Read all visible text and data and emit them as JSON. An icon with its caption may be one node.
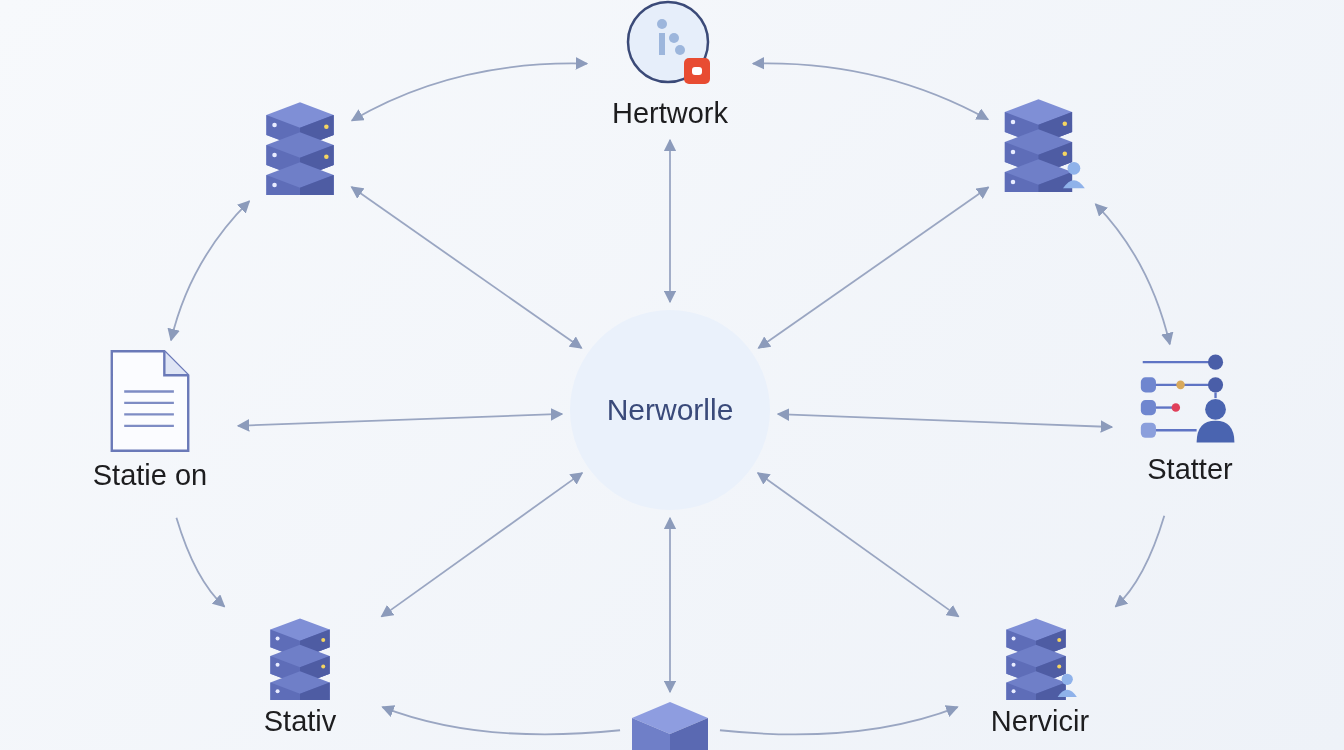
{
  "diagram": {
    "nodes": [
      {
        "text": [
          "Nerworlle"
        ]
      },
      {
        "text": [
          "Hertwork"
        ]
      },
      {
        "text": [],
        "shape": "picture"
      },
      {
        "text": [],
        "shape": "picture"
      },
      {
        "text": [
          "Statie on"
        ]
      },
      {
        "text": [
          "Statter"
        ]
      },
      {
        "text": [
          "Stativ"
        ]
      },
      {
        "text": [],
        "shape": "picture"
      },
      {
        "text": [
          "Nervicir"
        ]
      }
    ],
    "edges": [
      {
        "from": 1,
        "to": 2,
        "arrow": "both"
      },
      {
        "from": 1,
        "to": 3,
        "arrow": "both"
      },
      {
        "from": 1,
        "to": 0,
        "arrow": "both"
      },
      {
        "from": 2,
        "to": 0,
        "arrow": "both"
      },
      {
        "from": 3,
        "to": 0,
        "arrow": "both"
      },
      {
        "from": 2,
        "to": 4,
        "arrow": "both"
      },
      {
        "from": 3,
        "to": 5,
        "arrow": "both"
      },
      {
        "from": 4,
        "to": 0,
        "arrow": "both"
      },
      {
        "from": 5,
        "to": 0,
        "arrow": "both"
      },
      {
        "from": 4,
        "to": 6,
        "arrow": "to"
      },
      {
        "from": 5,
        "to": 8,
        "arrow": "to"
      },
      {
        "from": 6,
        "to": 0,
        "arrow": "both"
      },
      {
        "from": 8,
        "to": 0,
        "arrow": "both"
      },
      {
        "from": 7,
        "to": 0,
        "arrow": "both"
      },
      {
        "from": 7,
        "to": 6,
        "arrow": "to"
      },
      {
        "from": 7,
        "to": 8,
        "arrow": "to"
      }
    ]
  }
}
